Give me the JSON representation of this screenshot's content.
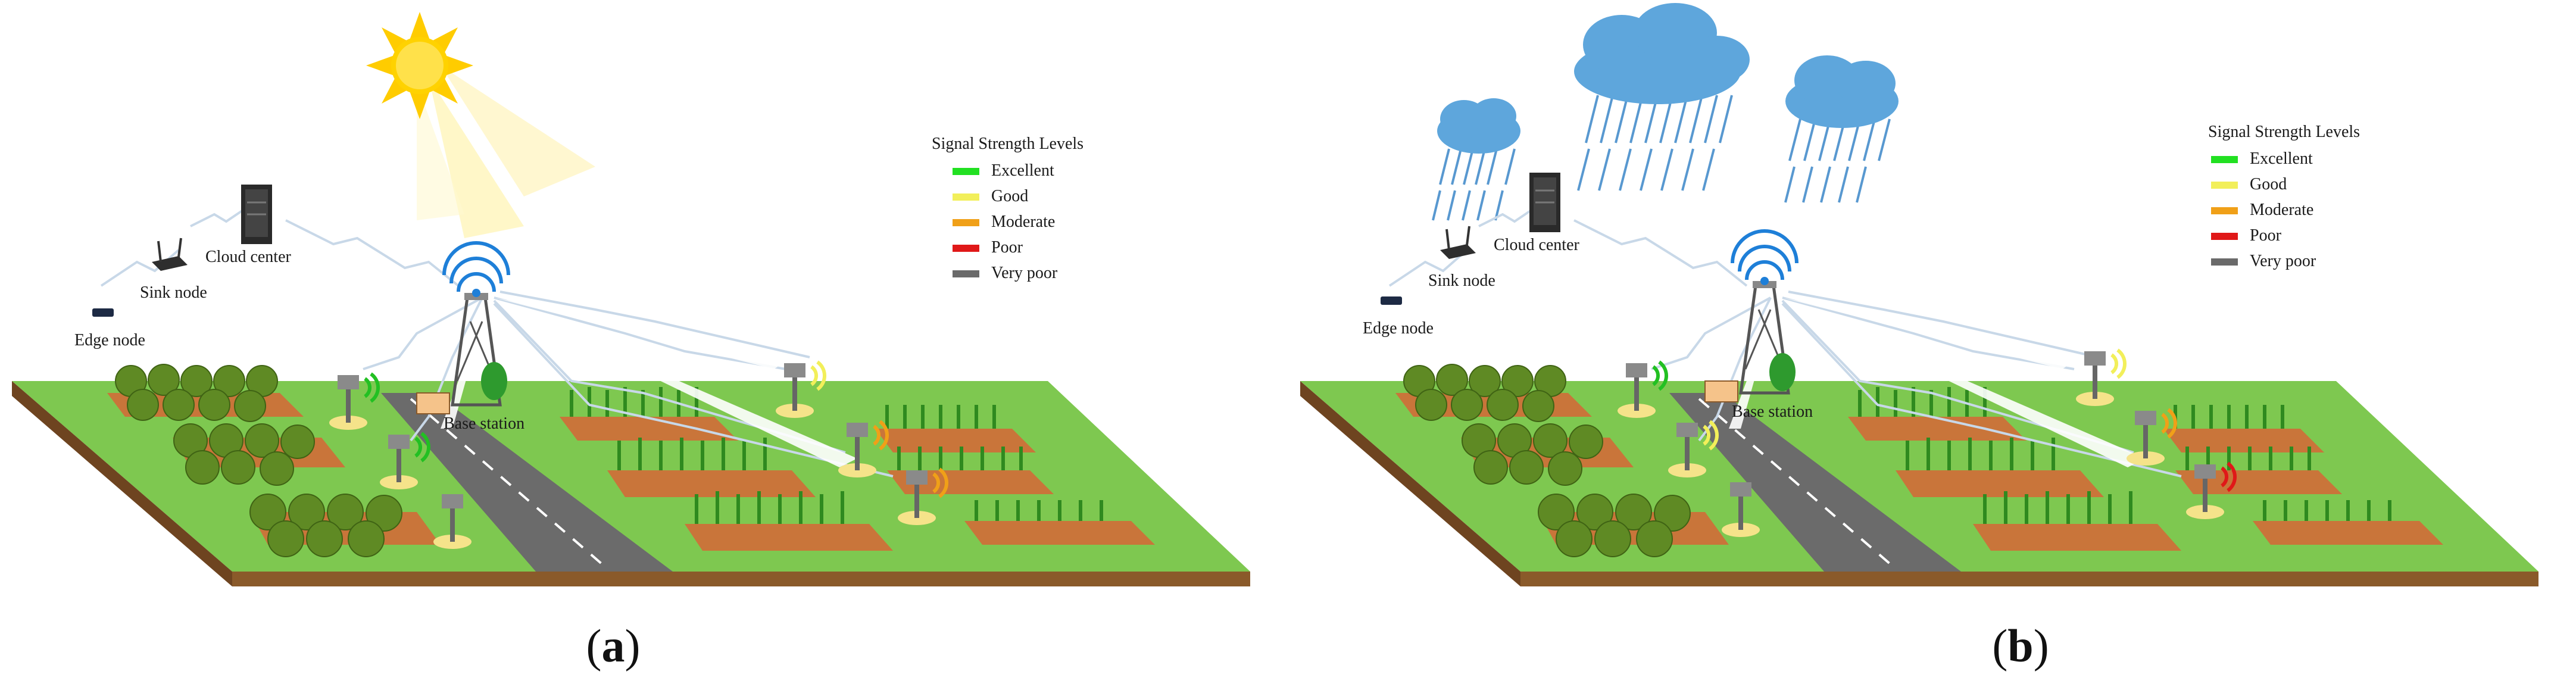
{
  "panels": [
    {
      "id": "a",
      "caption_letter": "a",
      "weather": "sun",
      "labels": {
        "cloud_center": "Cloud center",
        "sink_node": "Sink node",
        "edge_node": "Edge node",
        "base_station": "Base station"
      },
      "legend": {
        "title": "Signal Strength Levels",
        "items": [
          {
            "label": "Excellent",
            "color": "#22e022"
          },
          {
            "label": "Good",
            "color": "#f2ef5a"
          },
          {
            "label": "Moderate",
            "color": "#f0a018"
          },
          {
            "label": "Poor",
            "color": "#e01818"
          },
          {
            "label": "Very poor",
            "color": "#6a6a6a"
          }
        ]
      }
    },
    {
      "id": "b",
      "caption_letter": "b",
      "weather": "rain",
      "labels": {
        "cloud_center": "Cloud center",
        "sink_node": "Sink node",
        "edge_node": "Edge node",
        "base_station": "Base station"
      },
      "legend": {
        "title": "Signal Strength Levels",
        "items": [
          {
            "label": "Excellent",
            "color": "#22e022"
          },
          {
            "label": "Good",
            "color": "#f2ef5a"
          },
          {
            "label": "Moderate",
            "color": "#f0a018"
          },
          {
            "label": "Poor",
            "color": "#e01818"
          },
          {
            "label": "Very poor",
            "color": "#6a6a6a"
          }
        ]
      }
    }
  ]
}
